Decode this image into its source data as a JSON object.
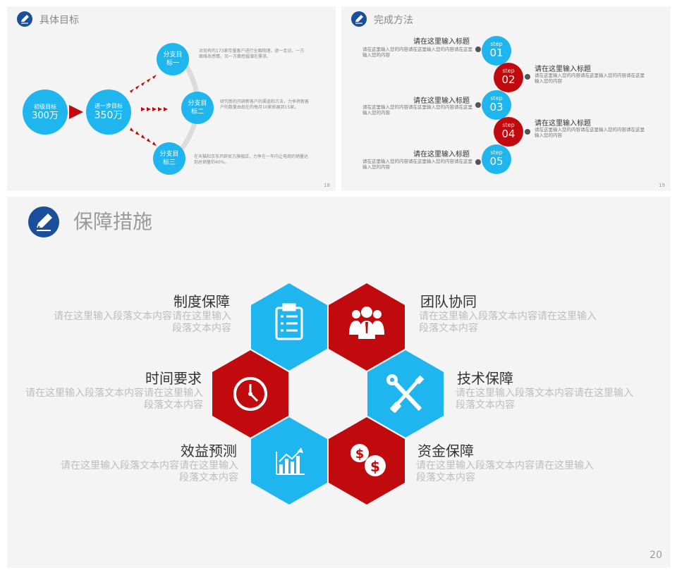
{
  "colors": {
    "blue": "#1fb6f0",
    "red": "#c00a0d",
    "logo": "#1a4f9c",
    "bg": "#f4f4f4"
  },
  "slide18": {
    "title": "具体目标",
    "page": "18",
    "start": {
      "label": "初级目标",
      "value": "300万"
    },
    "mid": {
      "label": "进一步目标",
      "value": "350万"
    },
    "branches": [
      {
        "label": "分支目标一",
        "desc": "对现有的173家存量客户进行全面梳理，逐一走访，一方面维系感情，另一方面挖掘潜在需求。"
      },
      {
        "label": "分支目标二",
        "desc": "研究新的开辟新客户的渠道和方法，力争将新客户的数量由现在的每月10家拓展到15家。"
      },
      {
        "label": "分支目标三",
        "desc": "在天猫和京东开辟官方旗舰店，力争在一年内让电商的销量达到总销量的40%。"
      }
    ]
  },
  "slide19": {
    "title": "完成方法",
    "page": "19",
    "steps": [
      {
        "step": "step",
        "num": "01",
        "heading": "请在这里输入标题",
        "desc": "请在这里输入您的内容请在这里输入您的内容请在这里输入您的内容"
      },
      {
        "step": "step",
        "num": "02",
        "heading": "请在这里输入标题",
        "desc": "请在这里输入您的内容请在这里输入您的内容请在这里输入您的内容"
      },
      {
        "step": "step",
        "num": "03",
        "heading": "请在这里输入标题",
        "desc": "请在这里输入您的内容请在这里输入您的内容请在这里输入您的内容"
      },
      {
        "step": "step",
        "num": "04",
        "heading": "请在这里输入标题",
        "desc": "请在这里输入您的内容请在这里输入您的内容请在这里输入您的内容"
      },
      {
        "step": "step",
        "num": "05",
        "heading": "请在这里输入标题",
        "desc": "请在这里输入您的内容请在这里输入您的内容请在这里输入您的内容"
      }
    ]
  },
  "slide20": {
    "title": "保障措施",
    "page": "20",
    "items": [
      {
        "title": "制度保障",
        "desc": "请在这里输入段落文本内容请在这里输入段落文本内容",
        "icon": "clipboard-icon"
      },
      {
        "title": "团队协同",
        "desc": "请在这里输入段落文本内容请在这里输入段落文本内容",
        "icon": "team-icon"
      },
      {
        "title": "时间要求",
        "desc": "请在这里输入段落文本内容请在这里输入段落文本内容",
        "icon": "clock-icon"
      },
      {
        "title": "技术保障",
        "desc": "请在这里输入段落文本内容请在这里输入段落文本内容",
        "icon": "tools-icon"
      },
      {
        "title": "效益预测",
        "desc": "请在这里输入段落文本内容请在这里输入段落文本内容",
        "icon": "chart-icon"
      },
      {
        "title": "资金保障",
        "desc": "请在这里输入段落文本内容请在这里输入段落文本内容",
        "icon": "money-icon"
      }
    ]
  }
}
